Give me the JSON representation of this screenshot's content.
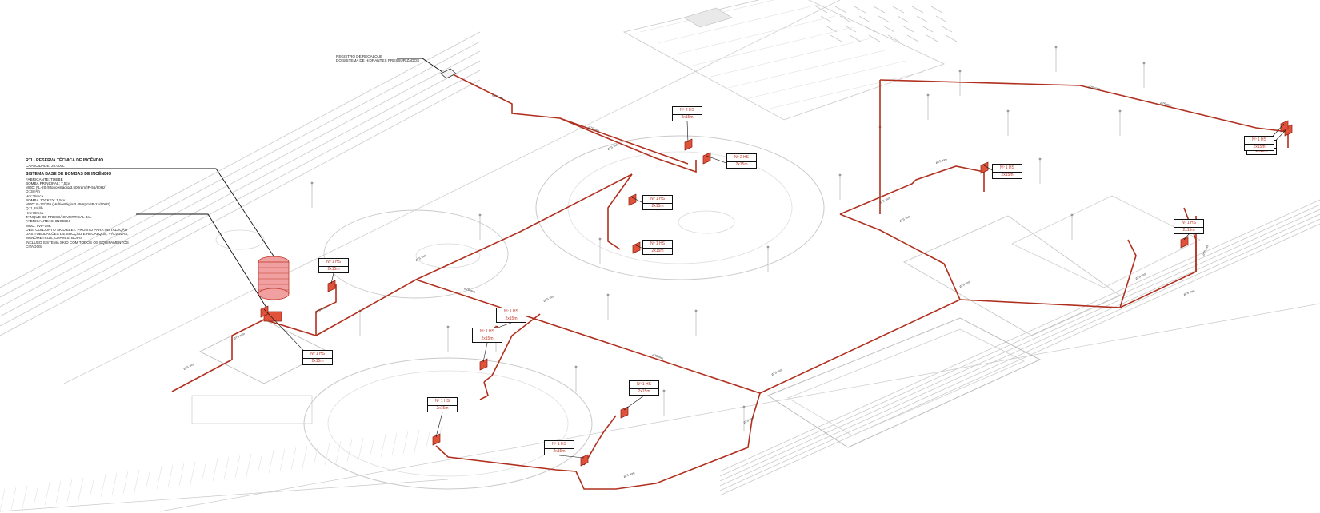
{
  "drawing": {
    "valve_note": [
      "REGISTRO DE RECALQUE",
      "DO SISTEMA DE HIDRANTES PRESSURIZADOS"
    ],
    "rti_note": [
      "RTI - RESERVA TÉCNICA DE INCÊNDIO",
      "CAPACIDADE: 20.000L",
      "",
      "SISTEMA BASE DE BOMBAS DE INCÊNDIO",
      "FABRICANTE: THEBE",
      "BOMBA PRINCIPAL: 7,5cv",
      "MOD: FL-20 (Monoestágio/3.500rpm/IP-55/60Hz)",
      "Q: 3m³/h",
      "Hm:35mca",
      "BOMBA JOCKEY: 1,5cv",
      "MOD: P-12/209 (Multiestágio/3.450rpm/IP-21/60Hz)",
      "Q: 1,2m³/h",
      "Hm:70mca",
      "TANQUE DE PRESSÃO VERTICAL 3oL",
      "FABRICANTE: SHINGEICI",
      "MOD: TVP-18K",
      "OBS: CONJUNTO SKID ELET. PRONTO PARA INSTALAÇÃO",
      "DAS TUBULAÇÕES DE SUCÇÃO E RECALQUE, VÁLVULAS,",
      "MANÔMETROS, CHAVES, BOIAS",
      "INCLUSO SISTEMA SKID COM TODOS OS EQUIPAMENTOS",
      "CITADOS"
    ],
    "hydrants": [
      {
        "label": "Nº 1 HS",
        "hose": "2x15m"
      },
      {
        "label": "Nº 1 HS",
        "hose": "2x15m"
      },
      {
        "label": "Nº 1 HS",
        "hose": "2x15m"
      },
      {
        "label": "Nº 1 HS",
        "hose": "2x15m"
      },
      {
        "label": "Nº 1 HS",
        "hose": "2x15m"
      },
      {
        "label": "Nº 1 HS",
        "hose": "2x15m"
      },
      {
        "label": "Nº 1 HS",
        "hose": "2x15m"
      },
      {
        "label": "Nº 2 HS",
        "hose": "2x15m"
      },
      {
        "label": "Nº 2 HS",
        "hose": "2x15m"
      },
      {
        "label": "Nº 1 HS",
        "hose": "2x15m"
      },
      {
        "label": "Nº 1 HS",
        "hose": "2x15m"
      },
      {
        "label": "Nº 1 HS",
        "hose": "2x15m"
      },
      {
        "label": "Nº 1 HS",
        "hose": "2x15m"
      },
      {
        "label": "Nº 1 HS",
        "hose": "2x15m"
      },
      {
        "label": "Nº 1 HS",
        "hose": "2x15m"
      }
    ],
    "colors": {
      "pipe": "#b0301f",
      "equipment": "#e0523a",
      "tank": "#f0a0a0",
      "background_lines": "#c9c9c9",
      "text": "#222222"
    }
  }
}
